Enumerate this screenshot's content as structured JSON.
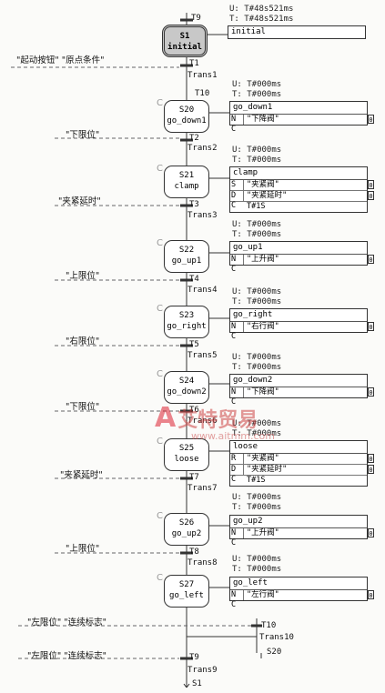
{
  "steps": [
    {
      "num": "S1",
      "name": "initial",
      "ut": "U: T#48s521ms",
      "tt": "T: T#48s521ms"
    },
    {
      "num": "S20",
      "name": "go_down1",
      "ut": "U: T#000ms",
      "tt": "T: T#000ms"
    },
    {
      "num": "S21",
      "name": "clamp",
      "ut": "U: T#000ms",
      "tt": "T: T#000ms"
    },
    {
      "num": "S22",
      "name": "go_up1",
      "ut": "U: T#000ms",
      "tt": "T: T#000ms"
    },
    {
      "num": "S23",
      "name": "go_right",
      "ut": "U: T#000ms",
      "tt": "T: T#000ms"
    },
    {
      "num": "S24",
      "name": "go_down2",
      "ut": "U: T#000ms",
      "tt": "T: T#000ms"
    },
    {
      "num": "S25",
      "name": "loose",
      "ut": "U: T#000ms",
      "tt": "T: T#000ms"
    },
    {
      "num": "S26",
      "name": "go_up2",
      "ut": "U: T#000ms",
      "tt": "T: T#000ms"
    },
    {
      "num": "S27",
      "name": "go_left",
      "ut": "U: T#000ms",
      "tt": "T: T#000ms"
    }
  ],
  "actions": [
    {
      "title": "initial",
      "rows": []
    },
    {
      "title": "go_down1",
      "rows": [
        {
          "q": "N C",
          "op": "\"下降阀\"",
          "flag": "0"
        }
      ]
    },
    {
      "title": "clamp",
      "rows": [
        {
          "q": "S",
          "op": "\"夹紧阀\"",
          "flag": "0"
        },
        {
          "q": "D C",
          "op": "\"夹紧延时\"",
          "flag": "0"
        },
        {
          "q": "",
          "op": "T#1S",
          "flag": ""
        }
      ]
    },
    {
      "title": "go_up1",
      "rows": [
        {
          "q": "N C",
          "op": "\"上升阀\"",
          "flag": "0"
        }
      ]
    },
    {
      "title": "go_right",
      "rows": [
        {
          "q": "N C",
          "op": "\"右行阀\"",
          "flag": "0"
        }
      ]
    },
    {
      "title": "go_down2",
      "rows": [
        {
          "q": "N C",
          "op": "\"下降阀\"",
          "flag": "0"
        }
      ]
    },
    {
      "title": "loose",
      "rows": [
        {
          "q": "R",
          "op": "\"夹紧阀\"",
          "flag": "0"
        },
        {
          "q": "D C",
          "op": "\"夹紧延时\"",
          "flag": "0"
        },
        {
          "q": "",
          "op": "T#1S",
          "flag": ""
        }
      ]
    },
    {
      "title": "go_up2",
      "rows": [
        {
          "q": "N C",
          "op": "\"上升阀\"",
          "flag": "0"
        }
      ]
    },
    {
      "title": "go_left",
      "rows": [
        {
          "q": "N C",
          "op": "\"左行阀\"",
          "flag": "0"
        }
      ]
    }
  ],
  "transitions": [
    {
      "t": "T9",
      "name": ""
    },
    {
      "t": "T1",
      "name": "Trans1"
    },
    {
      "t": "T10",
      "name": ""
    },
    {
      "t": "T2",
      "name": "Trans2"
    },
    {
      "t": "T3",
      "name": "Trans3"
    },
    {
      "t": "T4",
      "name": "Trans4"
    },
    {
      "t": "T5",
      "name": "Trans5"
    },
    {
      "t": "T6",
      "name": "Trans6"
    },
    {
      "t": "T7",
      "name": "Trans7"
    },
    {
      "t": "T8",
      "name": "Trans8"
    },
    {
      "t": "T10",
      "name": "Trans10"
    },
    {
      "t": "T9",
      "name": "Trans9"
    }
  ],
  "conditions": [
    "\"起动按钮\"  \"原点条件\"",
    "\"下限位\"",
    "\"夹紧延时\"",
    "\"上限位\"",
    "\"右限位\"",
    "\"下限位\"",
    "\"夹紧延时\"",
    "\"上限位\"",
    "\"左限位\"  \"连续标志\"",
    "\"左限位\"  \"连续标志\""
  ],
  "jumps": {
    "to_s20": "S20",
    "to_s1": "S1"
  },
  "watermark": {
    "brand": "A",
    "cn": "艾特贸易",
    "url": "www.aitmm.com"
  }
}
